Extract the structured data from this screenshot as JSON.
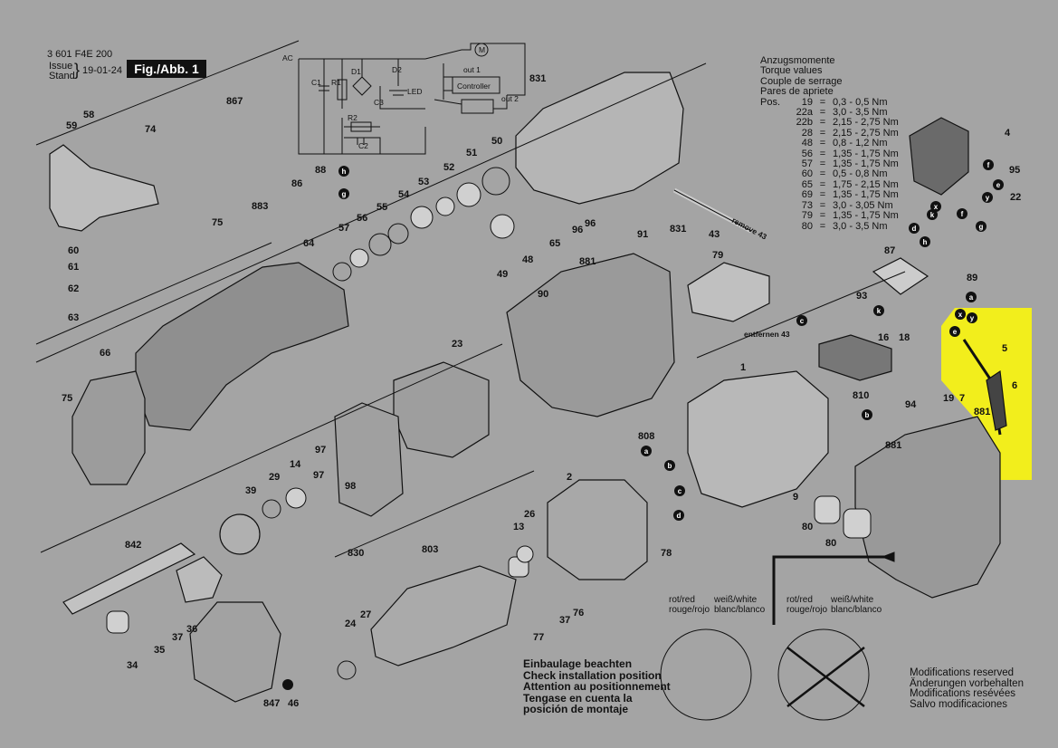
{
  "header": {
    "model": "3 601 F4E 200",
    "issue_label_1": "Issue",
    "issue_label_2": "Stand",
    "issue_date": "19-01-24",
    "figure_label": "Fig./Abb. 1"
  },
  "torque_table": {
    "titles": [
      "Anzugsmomente",
      "Torque values",
      "Couple de serrage",
      "Pares de apriete"
    ],
    "pos_label": "Pos.",
    "rows": [
      {
        "pos": "19",
        "eq": "=",
        "value": "0,3 - 0,5 Nm"
      },
      {
        "pos": "22a",
        "eq": "=",
        "value": "3,0 - 3,5 Nm"
      },
      {
        "pos": "22b",
        "eq": "=",
        "value": "2,15 - 2,75 Nm"
      },
      {
        "pos": "28",
        "eq": "=",
        "value": "2,15 - 2,75 Nm"
      },
      {
        "pos": "48",
        "eq": "=",
        "value": "0,8 - 1,2 Nm"
      },
      {
        "pos": "56",
        "eq": "=",
        "value": "1,35 - 1,75 Nm"
      },
      {
        "pos": "57",
        "eq": "=",
        "value": "1,35 - 1,75 Nm"
      },
      {
        "pos": "60",
        "eq": "=",
        "value": "0,5 - 0,8 Nm"
      },
      {
        "pos": "65",
        "eq": "=",
        "value": "1,75 - 2,15 Nm"
      },
      {
        "pos": "69",
        "eq": "=",
        "value": "1,35 - 1,75 Nm"
      },
      {
        "pos": "73",
        "eq": "=",
        "value": "3,0 - 3,05 Nm"
      },
      {
        "pos": "79",
        "eq": "=",
        "value": "1,35 - 1,75 Nm"
      },
      {
        "pos": "80",
        "eq": "=",
        "value": "3,0 - 3,5 Nm"
      }
    ]
  },
  "circuit": {
    "ac": "AC",
    "c1": "C1",
    "r1": "R1",
    "d1": "D1",
    "d2": "D2",
    "led": "LED",
    "c3": "C3",
    "r2": "R2",
    "c2": "C2",
    "out1": "out 1",
    "out2": "out 2",
    "controller": "Controller",
    "motor": "M"
  },
  "notes": {
    "install": [
      "Einbaulage beachten",
      "Check installation position",
      "Attention au positionnement",
      "Tengase en cuenta la",
      "posición de montaje"
    ],
    "modifications": [
      "Modifications reserved",
      "Änderungen vorbehalten",
      "Modifications resévées",
      "Salvo modificaciones"
    ],
    "remove": "remove 43",
    "entfernen": "entfernen 43",
    "wire_left": [
      "rot/red",
      "rouge/rojo"
    ],
    "wire_right": [
      "weiß/white",
      "blanc/blanco"
    ]
  },
  "highlight_color": "#f2ee1c",
  "part_numbers": [
    "59",
    "58",
    "74",
    "60",
    "61",
    "62",
    "63",
    "75",
    "867",
    "88",
    "86",
    "883",
    "57",
    "56",
    "55",
    "54",
    "53",
    "52",
    "51",
    "50",
    "831",
    "831",
    "65",
    "96",
    "96",
    "91",
    "43",
    "64",
    "49",
    "48",
    "90",
    "881",
    "79",
    "66",
    "75",
    "23",
    "97",
    "97",
    "98",
    "29",
    "14",
    "39",
    "842",
    "830",
    "1",
    "808",
    "2",
    "9",
    "80",
    "80",
    "13",
    "26",
    "803",
    "78",
    "77",
    "37",
    "76",
    "24",
    "27",
    "35",
    "36",
    "37",
    "34",
    "847",
    "46",
    "881",
    "4",
    "95",
    "22",
    "87",
    "89",
    "93",
    "16",
    "18",
    "810",
    "94",
    "5",
    "6",
    "19",
    "7",
    "881"
  ],
  "connector_labels": [
    "a",
    "b",
    "c",
    "d",
    "e",
    "f",
    "g",
    "h",
    "k",
    "x",
    "y"
  ]
}
